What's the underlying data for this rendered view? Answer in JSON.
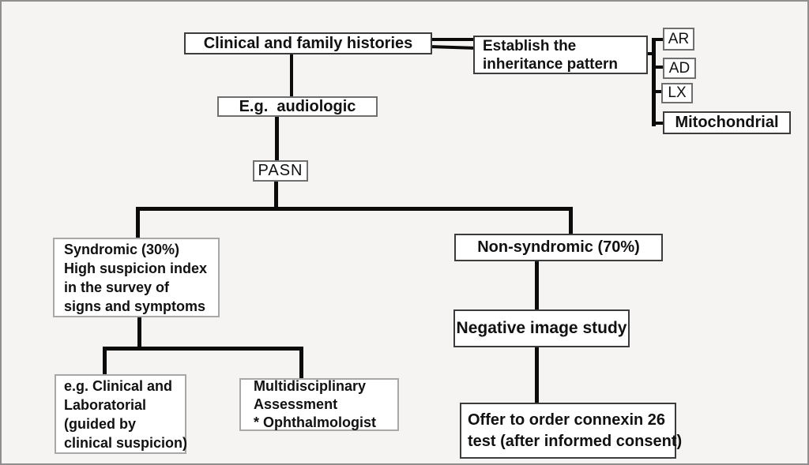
{
  "diagram": {
    "title_hint": "Genetic hearing-loss diagnostic flowchart",
    "colors": {
      "background": "#f5f4f3",
      "box_background": "#ffffff",
      "connector": "#0b0b0b",
      "text": "#111111",
      "frame_border": "#8f8f8f"
    },
    "nodes": {
      "clinical_histories": {
        "label": "Clinical and family histories"
      },
      "establish": {
        "lines": [
          "Establish the",
          "inheritance pattern"
        ]
      },
      "ar": {
        "label": "AR"
      },
      "ad": {
        "label": "AD"
      },
      "lx": {
        "label": "LX"
      },
      "mitochondrial": {
        "label": "Mitochondrial"
      },
      "audiologic": {
        "label": "E.g.  audiologic"
      },
      "pasn": {
        "label": "PASN"
      },
      "syndromic": {
        "lines": [
          "Syndromic (30%)",
          "High suspicion index",
          "in the survey of",
          "signs and symptoms"
        ]
      },
      "non_syndromic": {
        "label": "Non-syndromic (70%)"
      },
      "negative_image": {
        "label": "Negative image study"
      },
      "clinical_lab": {
        "lines": [
          "e.g. Clinical and",
          "Laboratorial",
          "(guided by",
          "clinical suspicion)"
        ]
      },
      "multidisciplinary": {
        "lines": [
          "Multidisciplinary",
          "Assessment",
          "* Ophthalmologist"
        ]
      },
      "offer_connexin": {
        "lines": [
          "Offer to order connexin 26",
          "test (after informed consent)"
        ]
      }
    }
  }
}
